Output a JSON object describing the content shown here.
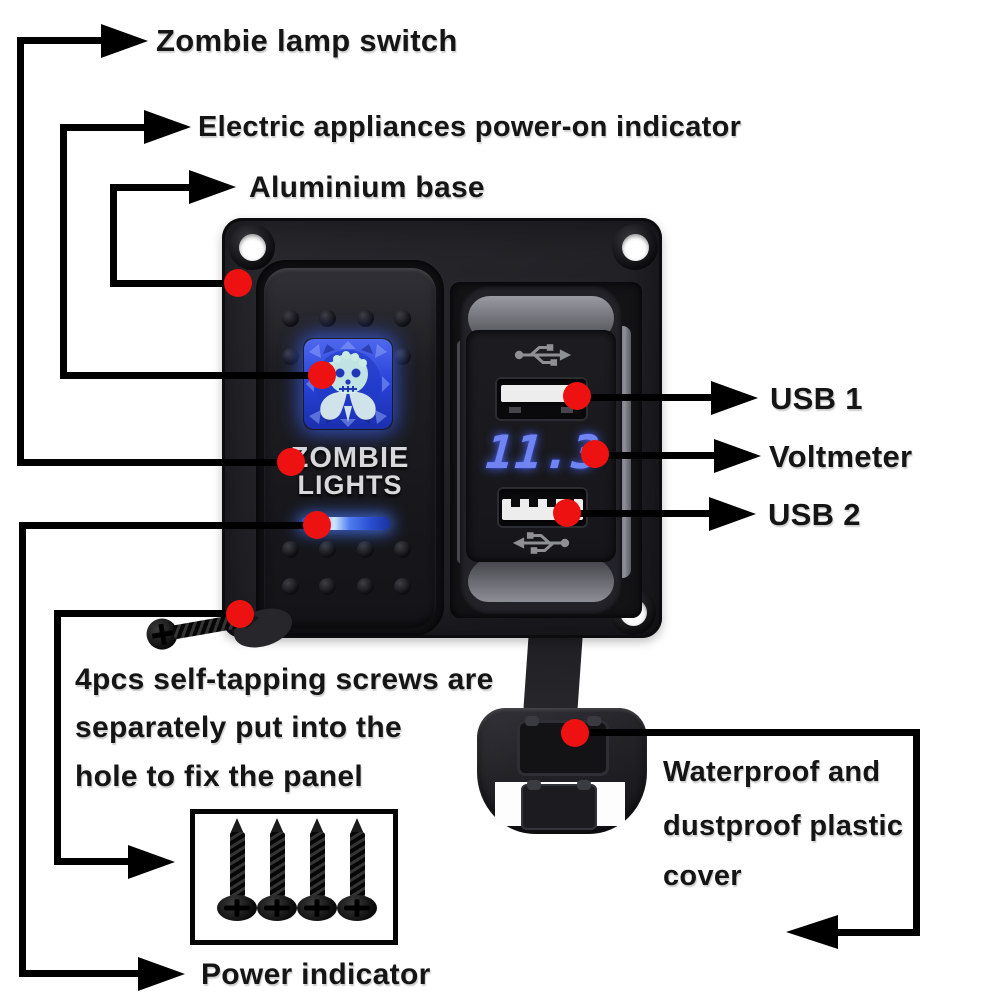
{
  "callouts": {
    "zombie_lamp_switch": "Zombie lamp switch",
    "power_on_indicator": "Electric appliances power-on indicator",
    "aluminium_base": "Aluminium base",
    "usb1": "USB 1",
    "voltmeter": "Voltmeter",
    "usb2": "USB 2",
    "power_indicator": "Power indicator",
    "screws_note": [
      "4pcs self-tapping screws are",
      "separately put into the",
      "hole to fix the panel"
    ],
    "waterproof_note": [
      "Waterproof and",
      "dustproof plastic",
      "cover"
    ]
  },
  "panel": {
    "switch_label": [
      "ZOMBIE",
      "LIGHTS"
    ],
    "voltmeter_value": "11.3"
  },
  "colors": {
    "callout_red": "#ee1111",
    "led_blue": "#7185f2",
    "switch_glow_blue": "#3d6eff",
    "line_black": "#000000",
    "panel_black": "#232328"
  },
  "icons": {
    "usb_top": "usb-icon",
    "usb_bottom": "usb-icon",
    "switch_graphic": "zombie-biohazard-icon",
    "screws": "screw-icon"
  }
}
